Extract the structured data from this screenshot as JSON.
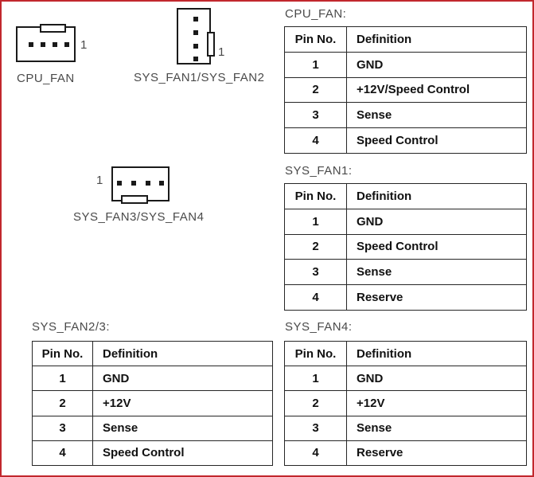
{
  "colors": {
    "frame_border": "#c1272d",
    "diagram_line": "#1a1a1a"
  },
  "connectors": [
    {
      "label": "CPU_FAN",
      "pin1_marker": "1"
    },
    {
      "label": "SYS_FAN1/SYS_FAN2",
      "pin1_marker": "1"
    },
    {
      "label": "SYS_FAN3/SYS_FAN4",
      "pin1_marker": "1"
    }
  ],
  "tables": [
    {
      "title": "CPU_FAN:",
      "columns": [
        "Pin No.",
        "Definition"
      ],
      "rows": [
        {
          "pin": "1",
          "def": "GND"
        },
        {
          "pin": "2",
          "def": "+12V/Speed Control"
        },
        {
          "pin": "3",
          "def": "Sense"
        },
        {
          "pin": "4",
          "def": "Speed Control"
        }
      ]
    },
    {
      "title": "SYS_FAN1:",
      "columns": [
        "Pin No.",
        "Definition"
      ],
      "rows": [
        {
          "pin": "1",
          "def": "GND"
        },
        {
          "pin": "2",
          "def": "Speed Control"
        },
        {
          "pin": "3",
          "def": "Sense"
        },
        {
          "pin": "4",
          "def": "Reserve"
        }
      ]
    },
    {
      "title": "SYS_FAN2/3:",
      "columns": [
        "Pin No.",
        "Definition"
      ],
      "rows": [
        {
          "pin": "1",
          "def": "GND"
        },
        {
          "pin": "2",
          "def": "+12V"
        },
        {
          "pin": "3",
          "def": "Sense"
        },
        {
          "pin": "4",
          "def": "Speed Control"
        }
      ]
    },
    {
      "title": "SYS_FAN4:",
      "columns": [
        "Pin No.",
        "Definition"
      ],
      "rows": [
        {
          "pin": "1",
          "def": "GND"
        },
        {
          "pin": "2",
          "def": "+12V"
        },
        {
          "pin": "3",
          "def": "Sense"
        },
        {
          "pin": "4",
          "def": "Reserve"
        }
      ]
    }
  ]
}
